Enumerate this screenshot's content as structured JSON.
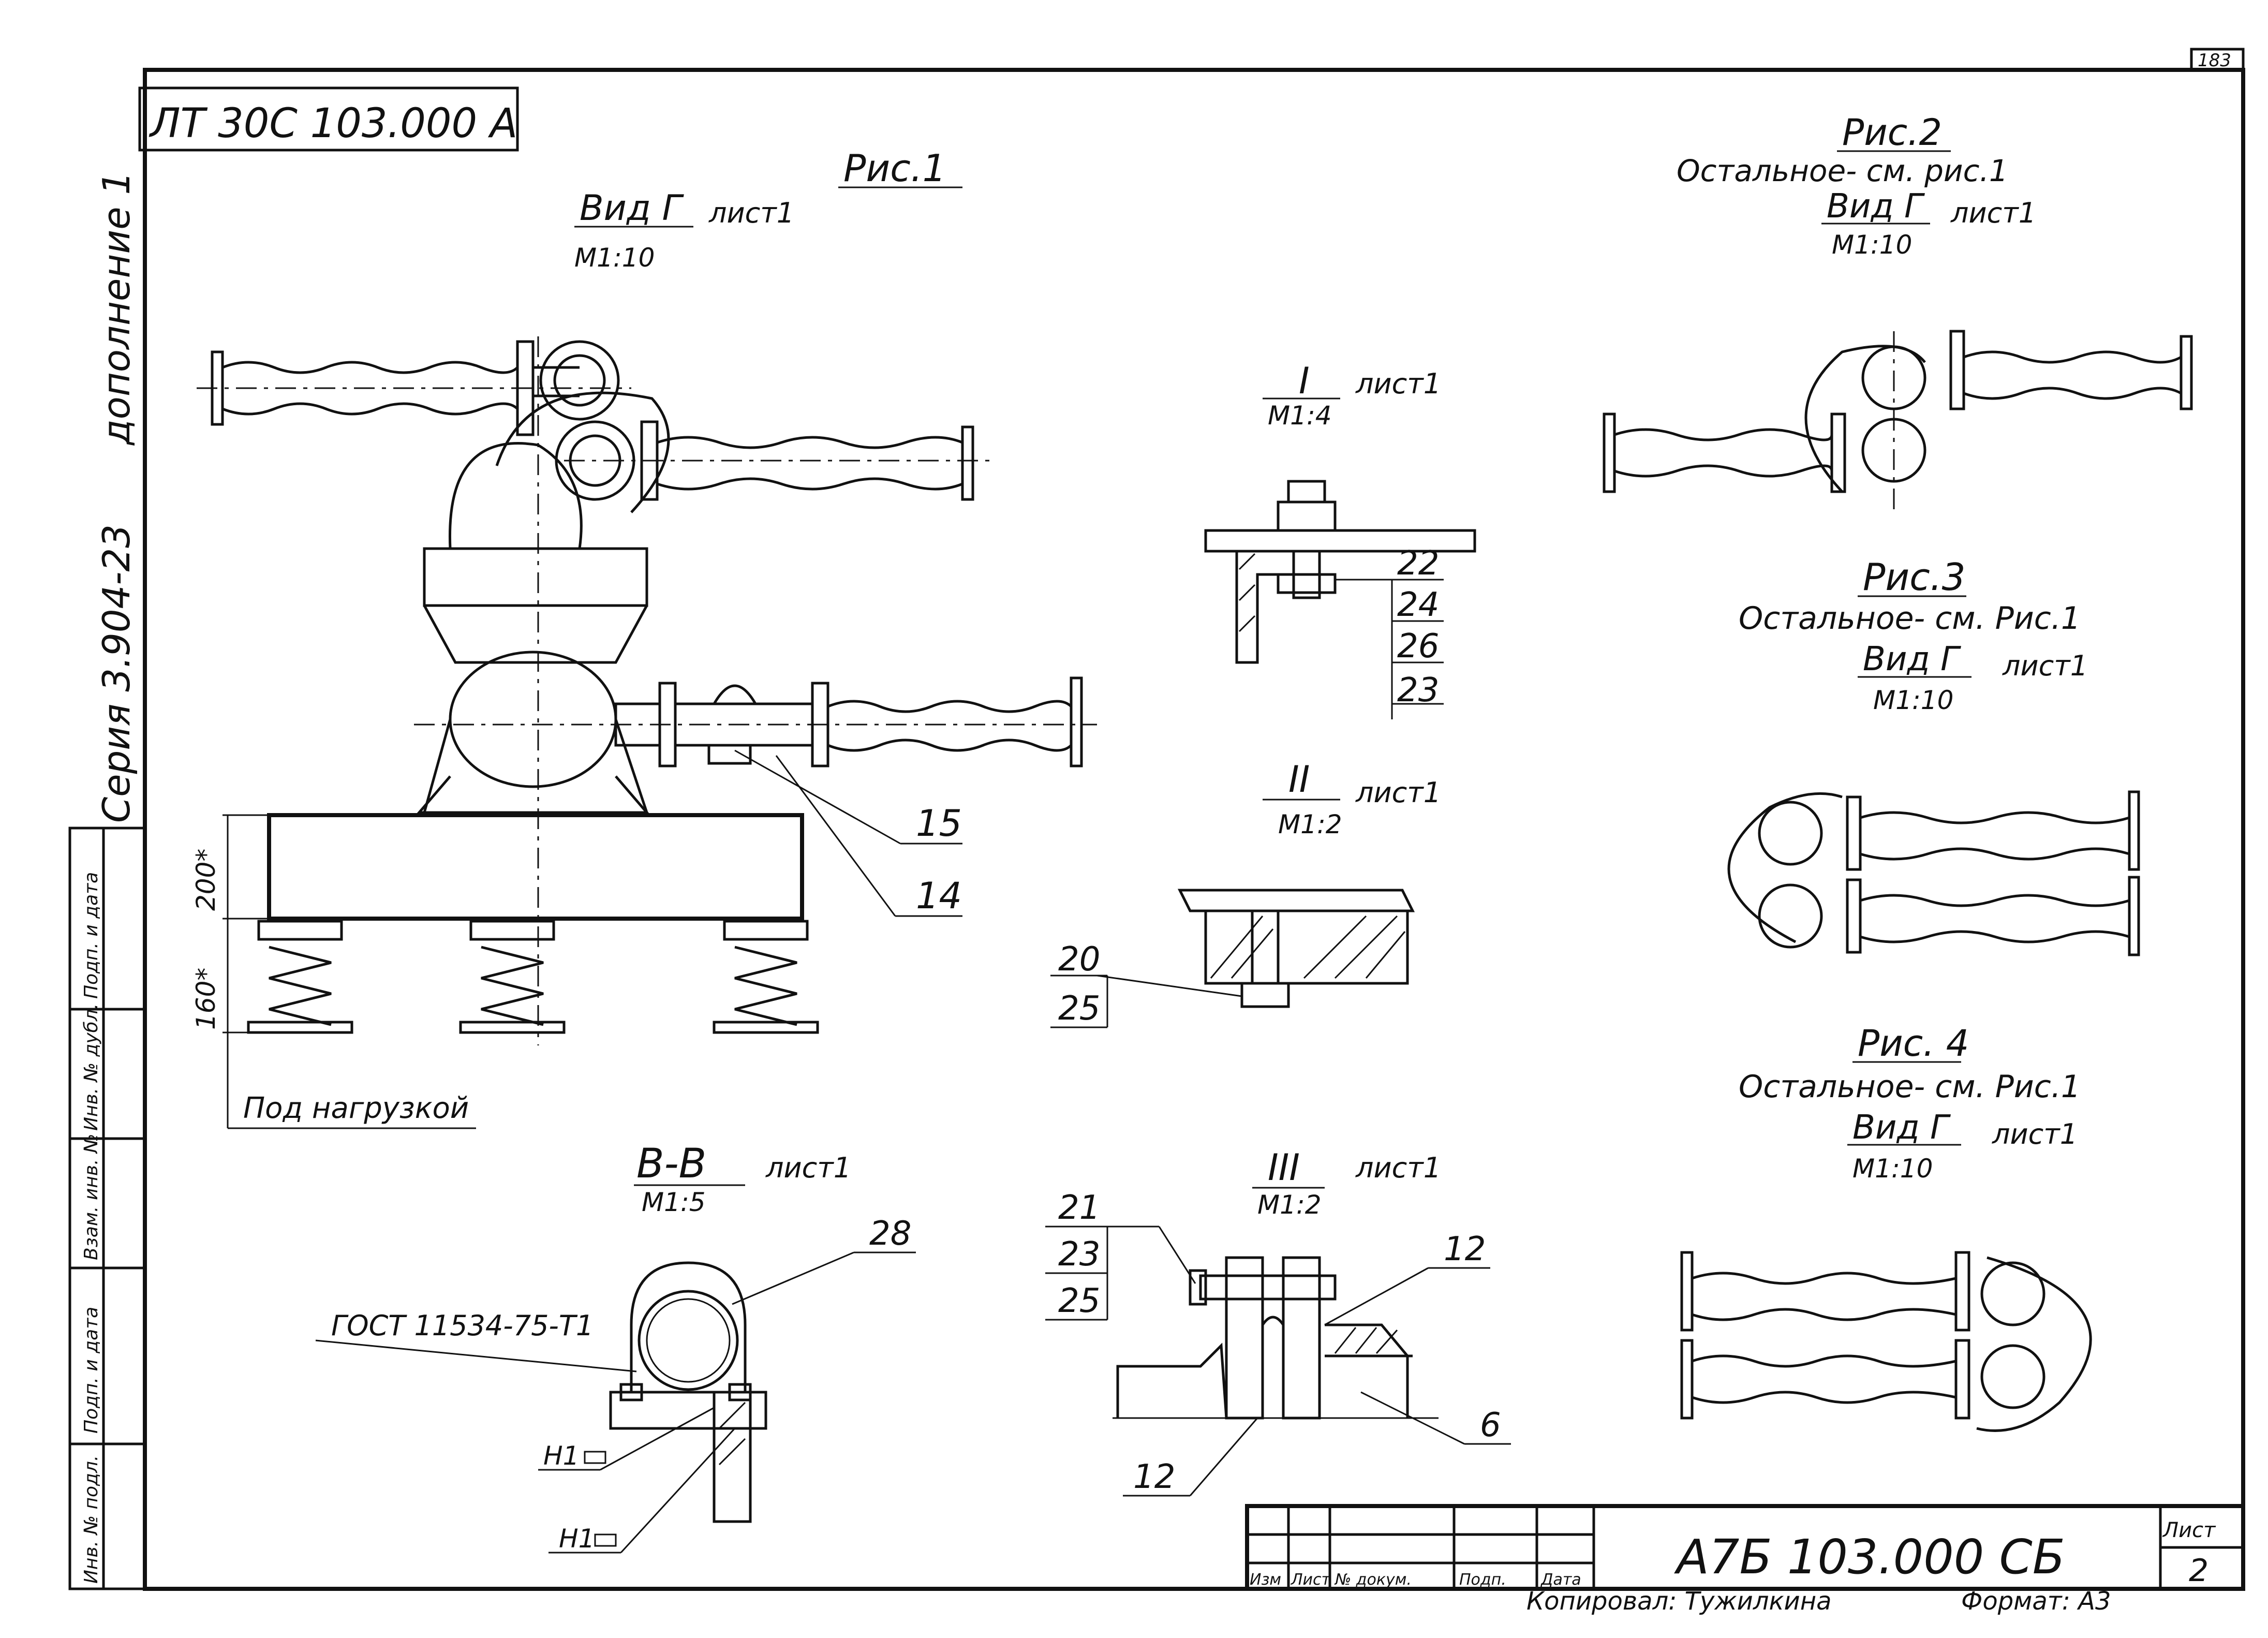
{
  "frame": {
    "sheet_number_corner": "183",
    "stamp_top_left": "ЛТ 30С 103.000 А",
    "side_label_addendum": "дополнение 1",
    "side_label_series": "Серия 3.904-23"
  },
  "side_table": {
    "cells": [
      "Подп. и дата",
      "Инв. № дубл.",
      "Взам. инв. №",
      "Подп. и дата",
      "Инв. № подл."
    ]
  },
  "views": {
    "fig1": {
      "title": "Рис.1",
      "view": "Вид Г",
      "sheet_ref": "лист1",
      "scale": "М1:10",
      "dim_200": "200*",
      "dim_160": "160*",
      "note_load": "Под нагрузкой",
      "pos_15": "15",
      "pos_14": "14"
    },
    "fig2": {
      "title": "Рис.2",
      "subtitle": "Остальное- см. рис.1",
      "view": "Вид Г",
      "sheet_ref": "лист1",
      "scale": "М1:10"
    },
    "fig3": {
      "title": "Рис.3",
      "subtitle": "Остальное- см. Рис.1",
      "view": "Вид Г",
      "sheet_ref": "лист1",
      "scale": "М1:10"
    },
    "fig4": {
      "title": "Рис. 4",
      "subtitle": "Остальное- см. Рис.1",
      "view": "Вид Г",
      "sheet_ref": "лист1",
      "scale": "М1:10"
    },
    "detail1": {
      "mark": "I",
      "sheet_ref": "лист1",
      "scale": "М1:4",
      "positions": [
        "22",
        "24",
        "26",
        "23"
      ]
    },
    "detail2": {
      "mark": "II",
      "sheet_ref": "лист1",
      "scale": "М1:2",
      "positions": [
        "20",
        "25"
      ]
    },
    "detail3": {
      "mark": "III",
      "sheet_ref": "лист1",
      "scale": "М1:2",
      "positions_left": [
        "21",
        "23",
        "25"
      ],
      "pos_12_top": "12",
      "pos_12_bottom": "12",
      "pos_6": "6"
    },
    "section_bb": {
      "title": "В-В",
      "sheet_ref": "лист1",
      "scale": "М1:5",
      "gost": "ГОСТ 11534-75-Т1",
      "pos_28": "28",
      "weld_1": "Н1",
      "weld_2": "Н1"
    }
  },
  "title_block": {
    "designation": "А7Б 103.000 СБ",
    "headers": [
      "Изм",
      "Лист",
      "№ докум.",
      "Подп.",
      "Дата"
    ],
    "sheet_label": "Лист",
    "sheet_value": "2",
    "copied_by": "Копировал: Тужилкина",
    "format": "Формат: А3"
  }
}
